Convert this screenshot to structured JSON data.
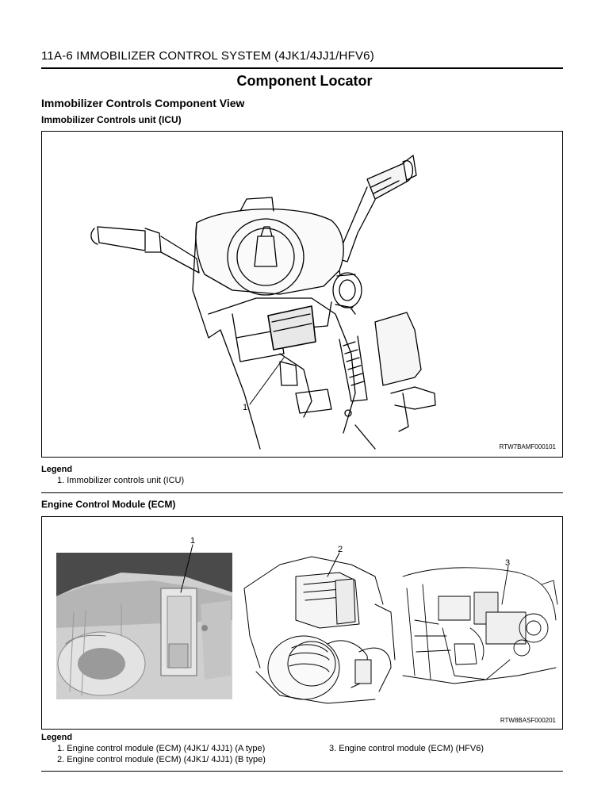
{
  "header": {
    "text": "11A-6   IMMOBILIZER CONTROL SYSTEM (4JK1/4JJ1/HFV6)"
  },
  "title": "Component Locator",
  "section": {
    "title": "Immobilizer Controls Component View",
    "icu_heading": "Immobilizer Controls unit (ICU)",
    "ecm_heading": "Engine Control Module (ECM)"
  },
  "figure1": {
    "id": "RTW7BAMF000101",
    "callout": "1",
    "legend_heading": "Legend",
    "legend_items": [
      "1.  Immobilizer controls unit (ICU)"
    ]
  },
  "figure2": {
    "id": "RTW8BASF000201",
    "callouts": [
      "1",
      "2",
      "3"
    ],
    "legend_heading": "Legend",
    "legend_items": [
      "1.  Engine control module (ECM) (4JK1/ 4JJ1) (A type)",
      "2.  Engine control module (ECM) (4JK1/ 4JJ1) (B type)",
      "3.  Engine control module (ECM) (HFV6)"
    ]
  }
}
